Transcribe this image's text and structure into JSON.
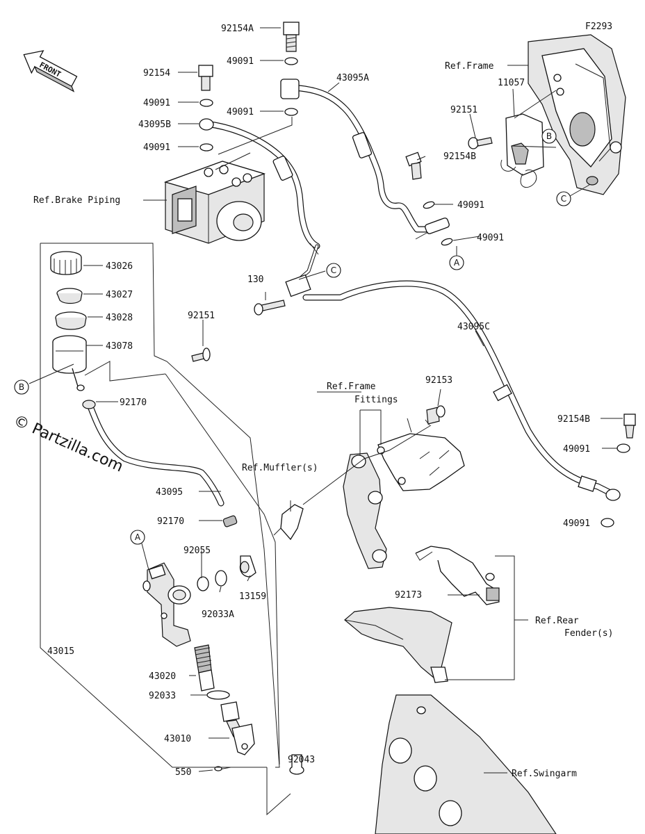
{
  "figure_code": "F2293",
  "front_label": "FRONT",
  "watermark": "© Partzilla.com",
  "part_labels": {
    "p92154A": "92154A",
    "p49091_top": "49091",
    "p43095A": "43095A",
    "p92154": "92154",
    "p49091_a": "49091",
    "p49091_b": "49091",
    "p43095B": "43095B",
    "p49091_c": "49091",
    "p92154B_mid": "92154B",
    "p49091_mid1": "49091",
    "p49091_mid2": "49091",
    "p92151_top": "92151",
    "p11057": "11057",
    "p43026": "43026",
    "p43027": "43027",
    "p43028": "43028",
    "p43078": "43078",
    "p92151_left": "92151",
    "p130": "130",
    "p43095C": "43095C",
    "p92170_a": "92170",
    "p92153": "92153",
    "p92154B_right": "92154B",
    "p49091_r1": "49091",
    "p49091_r2": "49091",
    "p43095": "43095",
    "p92170_b": "92170",
    "p92055": "92055",
    "p13159": "13159",
    "p92033A": "92033A",
    "p92173": "92173",
    "p43015": "43015",
    "p43020": "43020",
    "p92033": "92033",
    "p43010": "43010",
    "p92043": "92043",
    "p550": "550"
  },
  "reference_labels": {
    "frame": "Ref.Frame",
    "brake_piping": "Ref.Brake Piping",
    "frame_fittings_1": "Ref.Frame",
    "frame_fittings_2": "Fittings",
    "mufflers": "Ref.Muffler(s)",
    "rear_fender_1": "Ref.Rear",
    "rear_fender_2": "Fender(s)",
    "swingarm": "Ref.Swingarm"
  },
  "callouts": {
    "A": "A",
    "B": "B",
    "C": "C"
  }
}
